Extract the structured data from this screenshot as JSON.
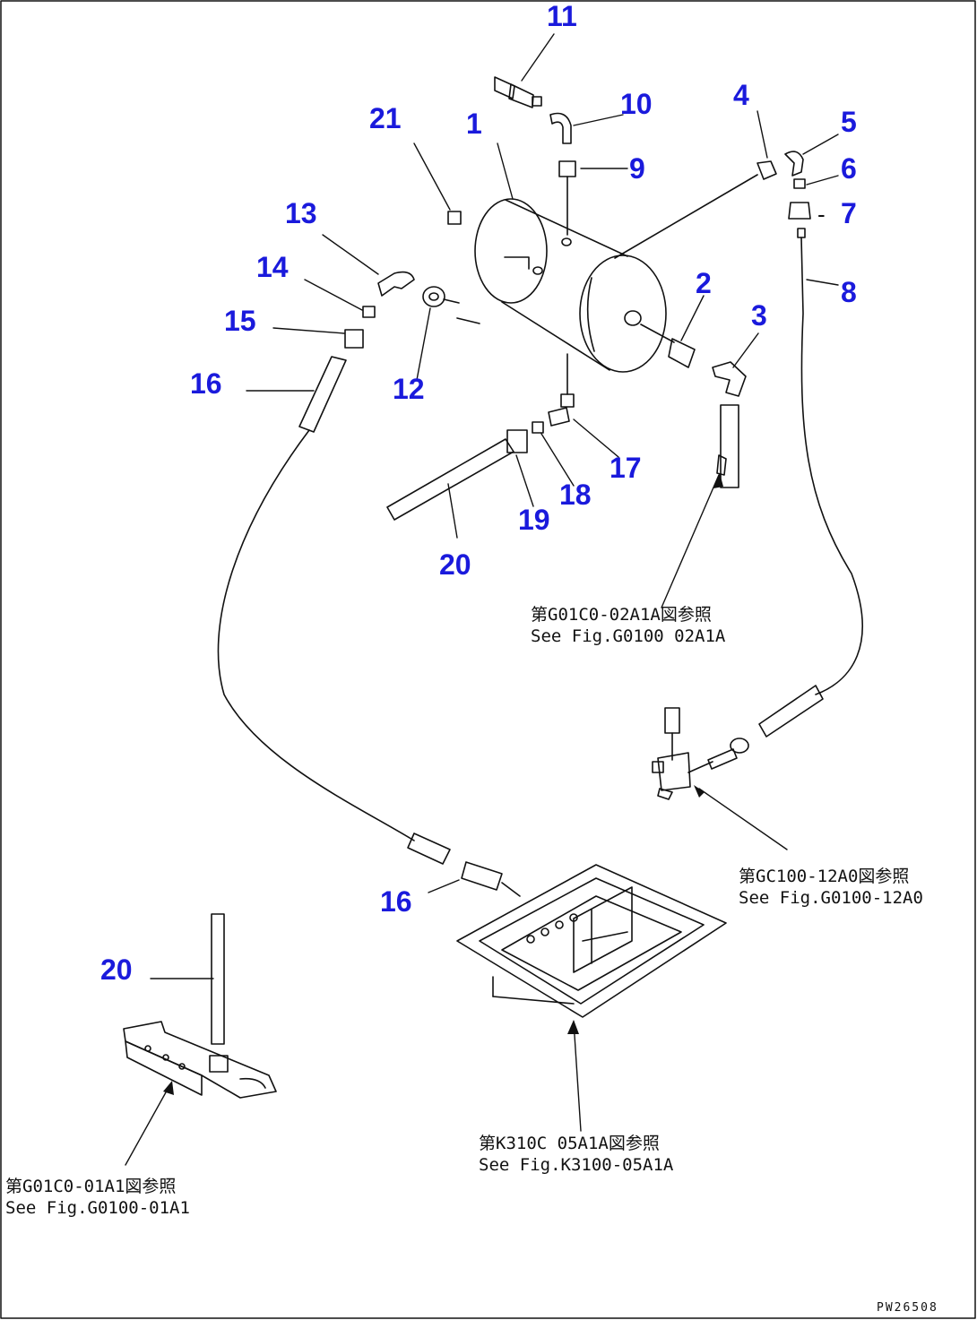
{
  "diagram": {
    "drawing_code": "PW26508",
    "parts": [
      {
        "no": "1"
      },
      {
        "no": "2"
      },
      {
        "no": "3"
      },
      {
        "no": "4"
      },
      {
        "no": "5"
      },
      {
        "no": "6"
      },
      {
        "no": "7"
      },
      {
        "no": "8"
      },
      {
        "no": "9"
      },
      {
        "no": "10"
      },
      {
        "no": "11"
      },
      {
        "no": "12"
      },
      {
        "no": "13"
      },
      {
        "no": "14"
      },
      {
        "no": "15"
      },
      {
        "no": "16"
      },
      {
        "no": "17"
      },
      {
        "no": "18"
      },
      {
        "no": "19"
      },
      {
        "no": "20"
      },
      {
        "no": "21"
      },
      {
        "no": "16"
      },
      {
        "no": "20"
      }
    ],
    "refs": [
      {
        "jp": "第G01C0-02A1A図参照",
        "en": "See Fig.G0100 02A1A"
      },
      {
        "jp": "第GC100-12A0図参照",
        "en": "See Fig.G0100-12A0"
      },
      {
        "jp": "第K310C 05A1A図参照",
        "en": "See Fig.K3100-05A1A"
      },
      {
        "jp": "第G01C0-01A1図参照",
        "en": "See Fig.G0100-01A1"
      }
    ],
    "dash": "-"
  },
  "colors": {
    "callout": "#1a1adc",
    "line": "#111111"
  }
}
